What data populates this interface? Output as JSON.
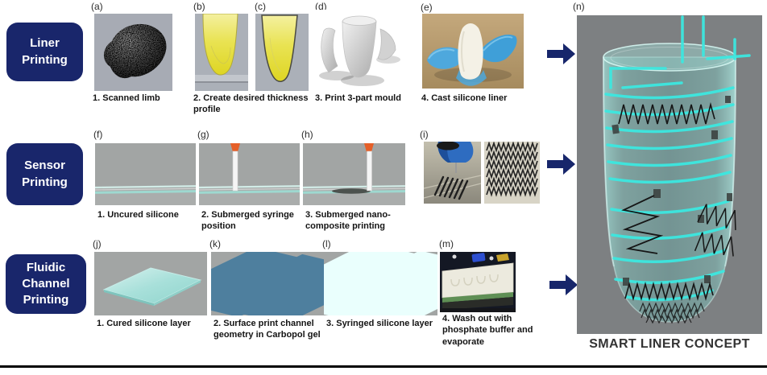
{
  "stages": {
    "liner": "Liner\nPrinting",
    "sensor": "Sensor\nPrinting",
    "fluidic": "Fluidic\nChannel\nPrinting"
  },
  "row1": {
    "a_letter": "(a)",
    "a_caption": "1. Scanned limb",
    "b_letter": "(b)",
    "c_letter": "(c)",
    "bc_caption": "2. Create desired thickness\nprofile",
    "d_letter": "(d)",
    "d_caption": "3. Print 3-part mould",
    "e_letter": "(e)",
    "e_caption": "4. Cast silicone liner"
  },
  "row2": {
    "f_letter": "(f)",
    "f_caption": "1. Uncured silicone",
    "g_letter": "(g)",
    "g_caption": "2. Submerged syringe\nposition",
    "h_letter": "(h)",
    "h_caption": "3. Submerged nano-\ncomposite printing",
    "i_letter": "(i)"
  },
  "row3": {
    "j_letter": "(j)",
    "j_caption": "1. Cured silicone layer",
    "k_letter": "(k)",
    "k_caption": "2. Surface print channel\ngeometry in Carbopol gel",
    "l_letter": "(l)",
    "l_caption": "3. Syringed silicone layer",
    "m_letter": "(m)",
    "m_caption": "4. Wash out with\nphosphate buffer and\nevaporate"
  },
  "final": {
    "n_letter": "(n)",
    "caption": "SMART LINER CONCEPT"
  },
  "colors": {
    "stage_box_navy": "#19266b",
    "arrow_navy": "#17266b",
    "channel_cyan": "#3ce8e0",
    "panel_gray": "#a2a5a4",
    "liner_yellow": "#e9e353"
  }
}
